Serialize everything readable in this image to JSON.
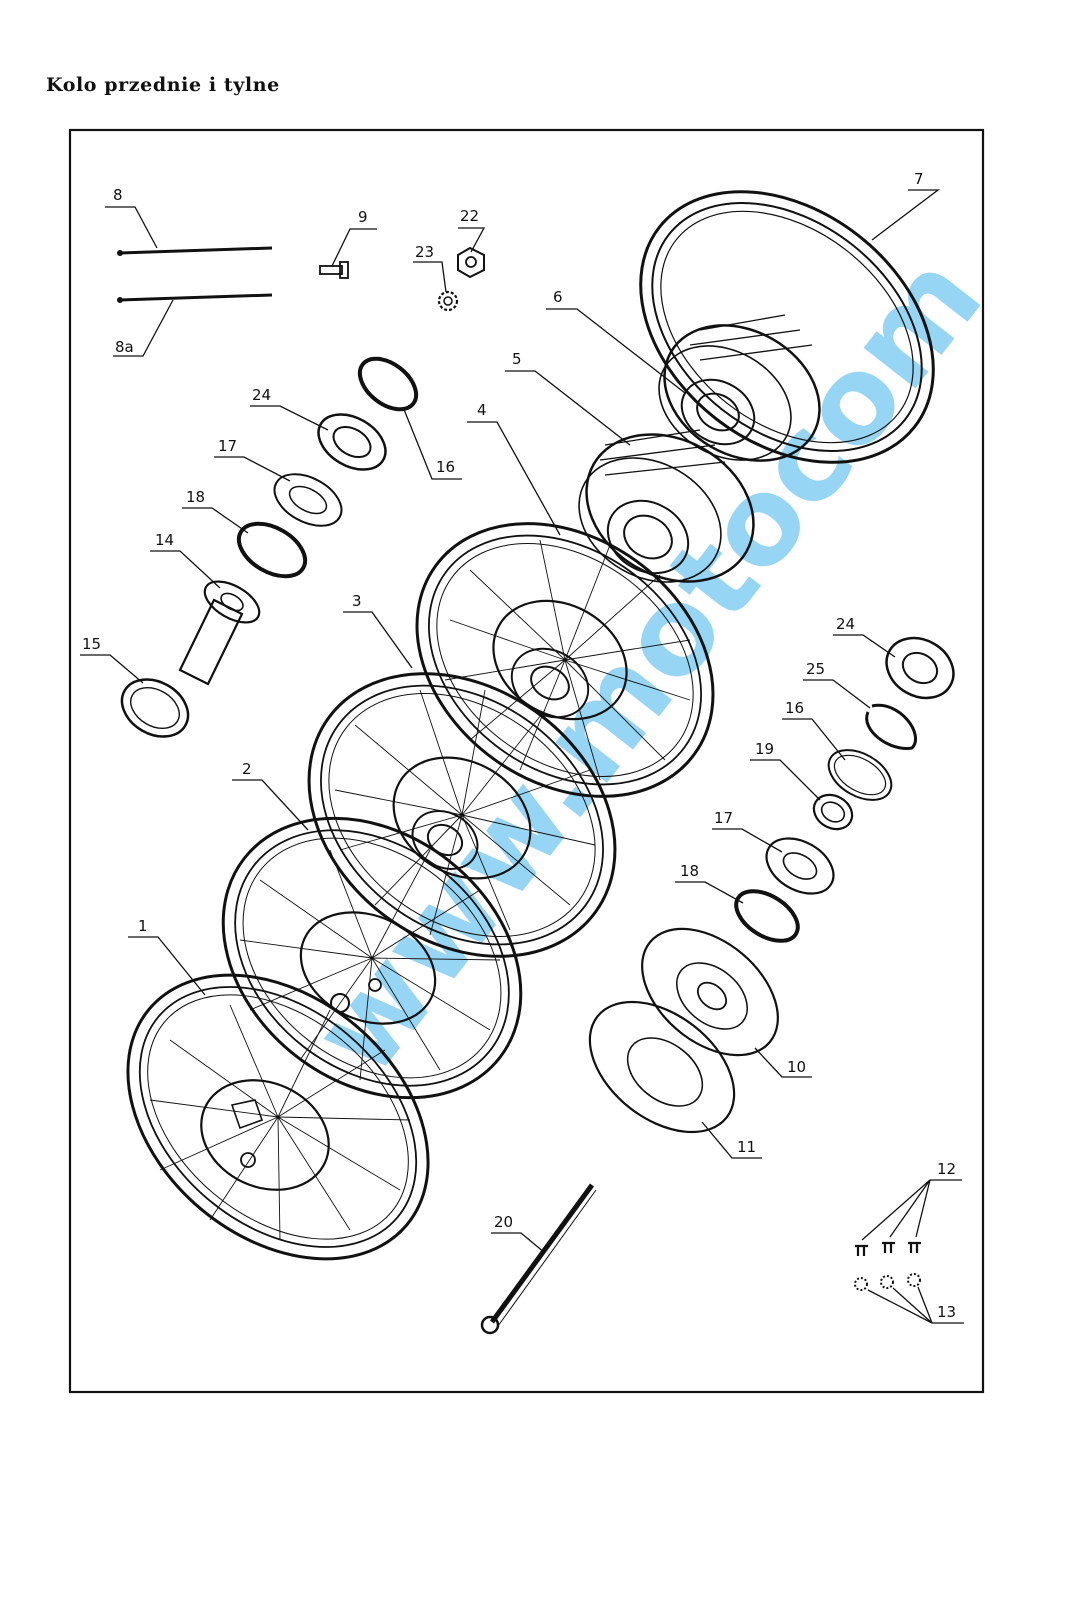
{
  "page": {
    "title": "Kolo przednie i tylne"
  },
  "diagram": {
    "labels": {
      "p1": "1",
      "p2": "2",
      "p3": "3",
      "p4": "4",
      "p5": "5",
      "p6": "6",
      "p7": "7",
      "p8": "8",
      "p8a": "8a",
      "p9": "9",
      "p10": "10",
      "p11": "11",
      "p12": "12",
      "p13": "13",
      "p14": "14",
      "p15": "15",
      "p16a": "16",
      "p16b": "16",
      "p17a": "17",
      "p17b": "17",
      "p18a": "18",
      "p18b": "18",
      "p19": "19",
      "p20": "20",
      "p22": "22",
      "p23": "23",
      "p24a": "24",
      "p24b": "24",
      "p25": "25"
    }
  }
}
